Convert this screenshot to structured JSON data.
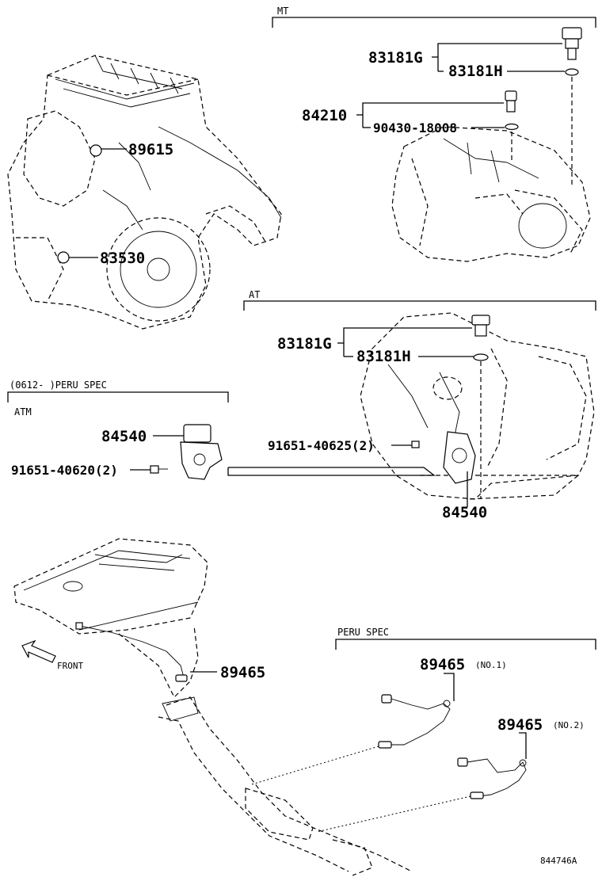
{
  "sections": {
    "mt": "MT",
    "at": "AT",
    "peru_spec_header": "(0612-      )PERU SPEC",
    "atm": "ATM",
    "peru_spec": "PERU SPEC"
  },
  "parts": {
    "p83181g_mt": "83181G",
    "p83181h_mt": "83181H",
    "p84210": "84210",
    "p90430": "90430-18008",
    "p89615": "89615",
    "p83530": "83530",
    "p83181g_at": "83181G",
    "p83181h_at": "83181H",
    "p91651_40625": "91651-40625(2)",
    "p84540_at": "84540",
    "p84540_atm": "84540",
    "p91651_40620": "91651-40620(2)",
    "p89465": "89465",
    "p89465_no1": "89465",
    "p89465_no2": "89465"
  },
  "qualifiers": {
    "no1": "(NO.1)",
    "no2": "(NO.2)"
  },
  "front_label": "FRONT",
  "figure_id": "844746A"
}
